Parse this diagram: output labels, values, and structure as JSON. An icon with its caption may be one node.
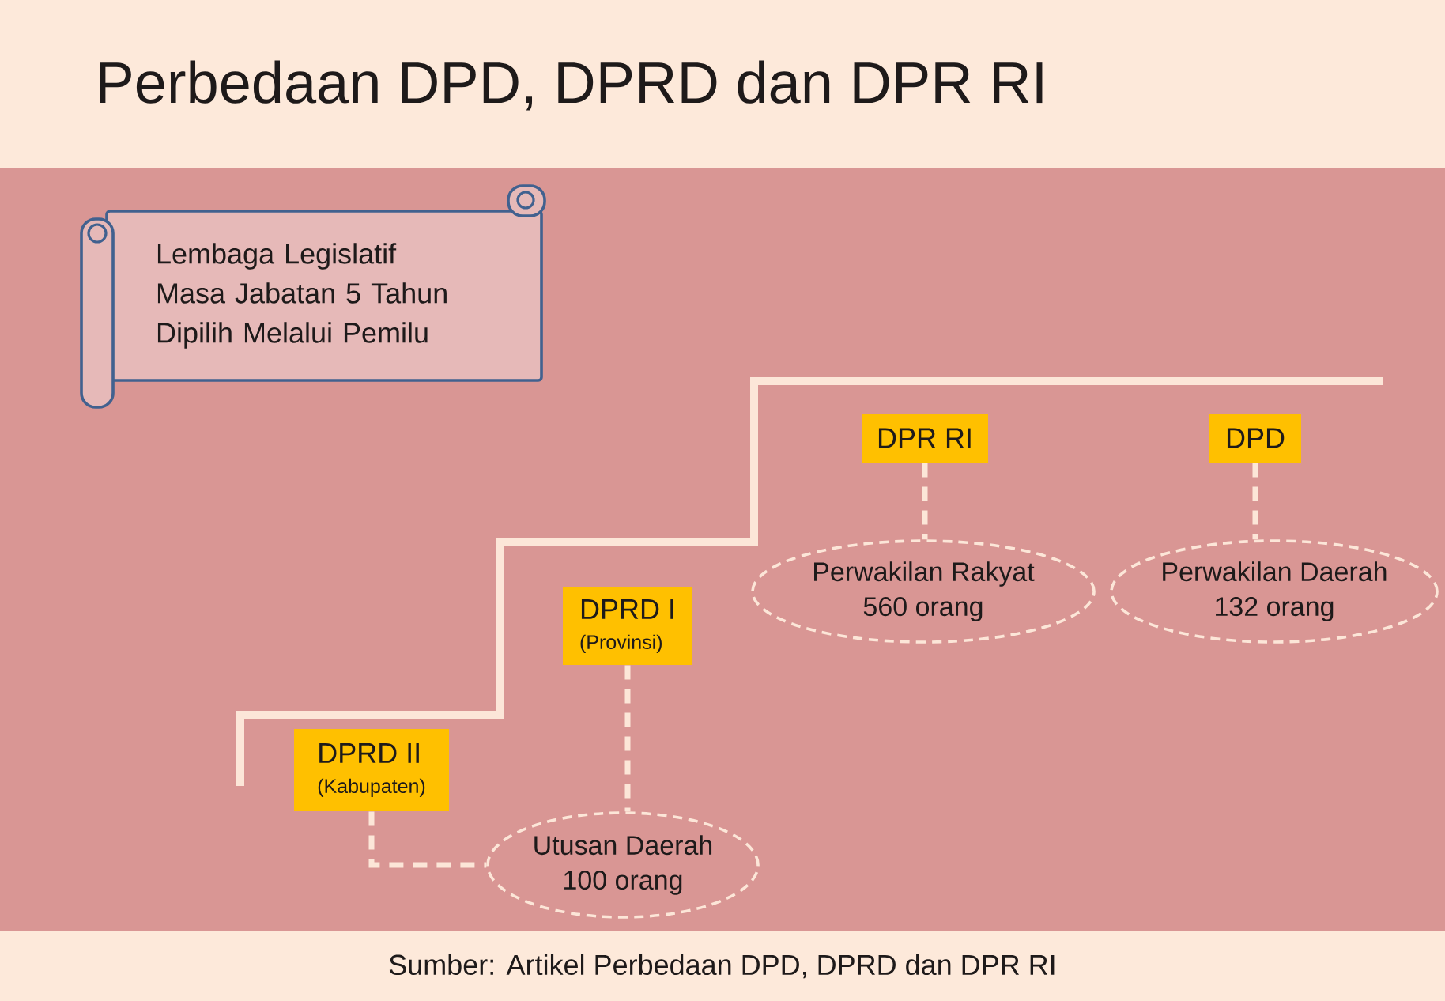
{
  "diagram": {
    "title": "Perbedaan DPD, DPRD dan DPR RI",
    "caption": "Sumber: Artikel Perbedaan DPD, DPRD dan DPR RI",
    "nodes": [
      {
        "text": [
          "Lembaga Legislatif",
          "Masa Jabatan 5 Tahun",
          "Dipilih Melalui Pemilu"
        ]
      },
      {
        "text": [
          "DPRD II",
          "(Kabupaten)"
        ]
      },
      {
        "text": [
          "DPRD I",
          "(Provinsi)"
        ]
      },
      {
        "text": [
          "DPR RI"
        ]
      },
      {
        "text": [
          "DPD"
        ]
      },
      {
        "text": [
          "Utusan Daerah",
          "100 orang"
        ]
      },
      {
        "text": [
          "Perwakilan Rakyat",
          "560 orang"
        ]
      },
      {
        "text": [
          "Perwakilan Daerah",
          "132 orang"
        ]
      }
    ],
    "edges": [
      {
        "from": 1,
        "to": 5,
        "arrow": "none",
        "style": "dashed"
      },
      {
        "from": 2,
        "to": 5,
        "arrow": "none",
        "style": "dashed"
      },
      {
        "from": 3,
        "to": 6,
        "arrow": "none",
        "style": "dashed"
      },
      {
        "from": 4,
        "to": 7,
        "arrow": "none",
        "style": "dashed"
      }
    ]
  }
}
